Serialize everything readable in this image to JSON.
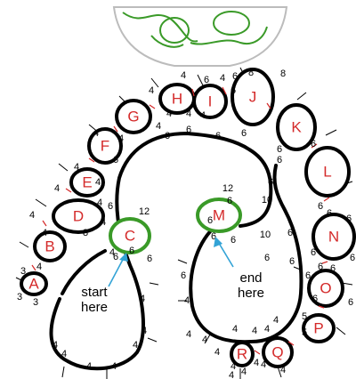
{
  "buds": [
    {
      "id": "A",
      "label": "A"
    },
    {
      "id": "B",
      "label": "B"
    },
    {
      "id": "C",
      "label": "C"
    },
    {
      "id": "D",
      "label": "D"
    },
    {
      "id": "E",
      "label": "E"
    },
    {
      "id": "F",
      "label": "F"
    },
    {
      "id": "G",
      "label": "G"
    },
    {
      "id": "H",
      "label": "H"
    },
    {
      "id": "I",
      "label": "I"
    },
    {
      "id": "J",
      "label": "J"
    },
    {
      "id": "K",
      "label": "K"
    },
    {
      "id": "L",
      "label": "L"
    },
    {
      "id": "M",
      "label": "M"
    },
    {
      "id": "N",
      "label": "N"
    },
    {
      "id": "O",
      "label": "O"
    },
    {
      "id": "P",
      "label": "P"
    },
    {
      "id": "Q",
      "label": "Q"
    },
    {
      "id": "R",
      "label": "R"
    }
  ],
  "highlighted_buds": [
    "C",
    "M"
  ],
  "stitch_counts": [
    "3",
    "3",
    "3",
    "4",
    "4",
    "4",
    "4",
    "4",
    "8",
    "4",
    "4",
    "6",
    "4",
    "4",
    "4",
    "4",
    "4",
    "4",
    "4",
    "6",
    "6",
    "6",
    "12",
    "6",
    "4",
    "6",
    "4",
    "6",
    "6",
    "6",
    "6",
    "6",
    "4",
    "4",
    "6",
    "6",
    "8",
    "8",
    "6",
    "6",
    "6",
    "6",
    "6",
    "6",
    "10",
    "10",
    "6",
    "6",
    "6",
    "6",
    "6",
    "12",
    "6",
    "6",
    "6",
    "6",
    "6",
    "6",
    "6",
    "6",
    "6",
    "6",
    "4",
    "4",
    "4",
    "4",
    "4",
    "4",
    "4",
    "4",
    "4",
    "4",
    "4",
    "4",
    "4",
    "4",
    "4",
    "5",
    "5",
    "4",
    "4",
    "4",
    "4",
    "4",
    "4"
  ],
  "start_label": {
    "line1": "start",
    "line2": "here"
  },
  "end_label": {
    "line1": "end",
    "line2": "here"
  },
  "colors": {
    "highlight": "#3a9a28",
    "letters": "#d42a2a",
    "arrow": "#33a3d6",
    "outline": "#000000"
  }
}
